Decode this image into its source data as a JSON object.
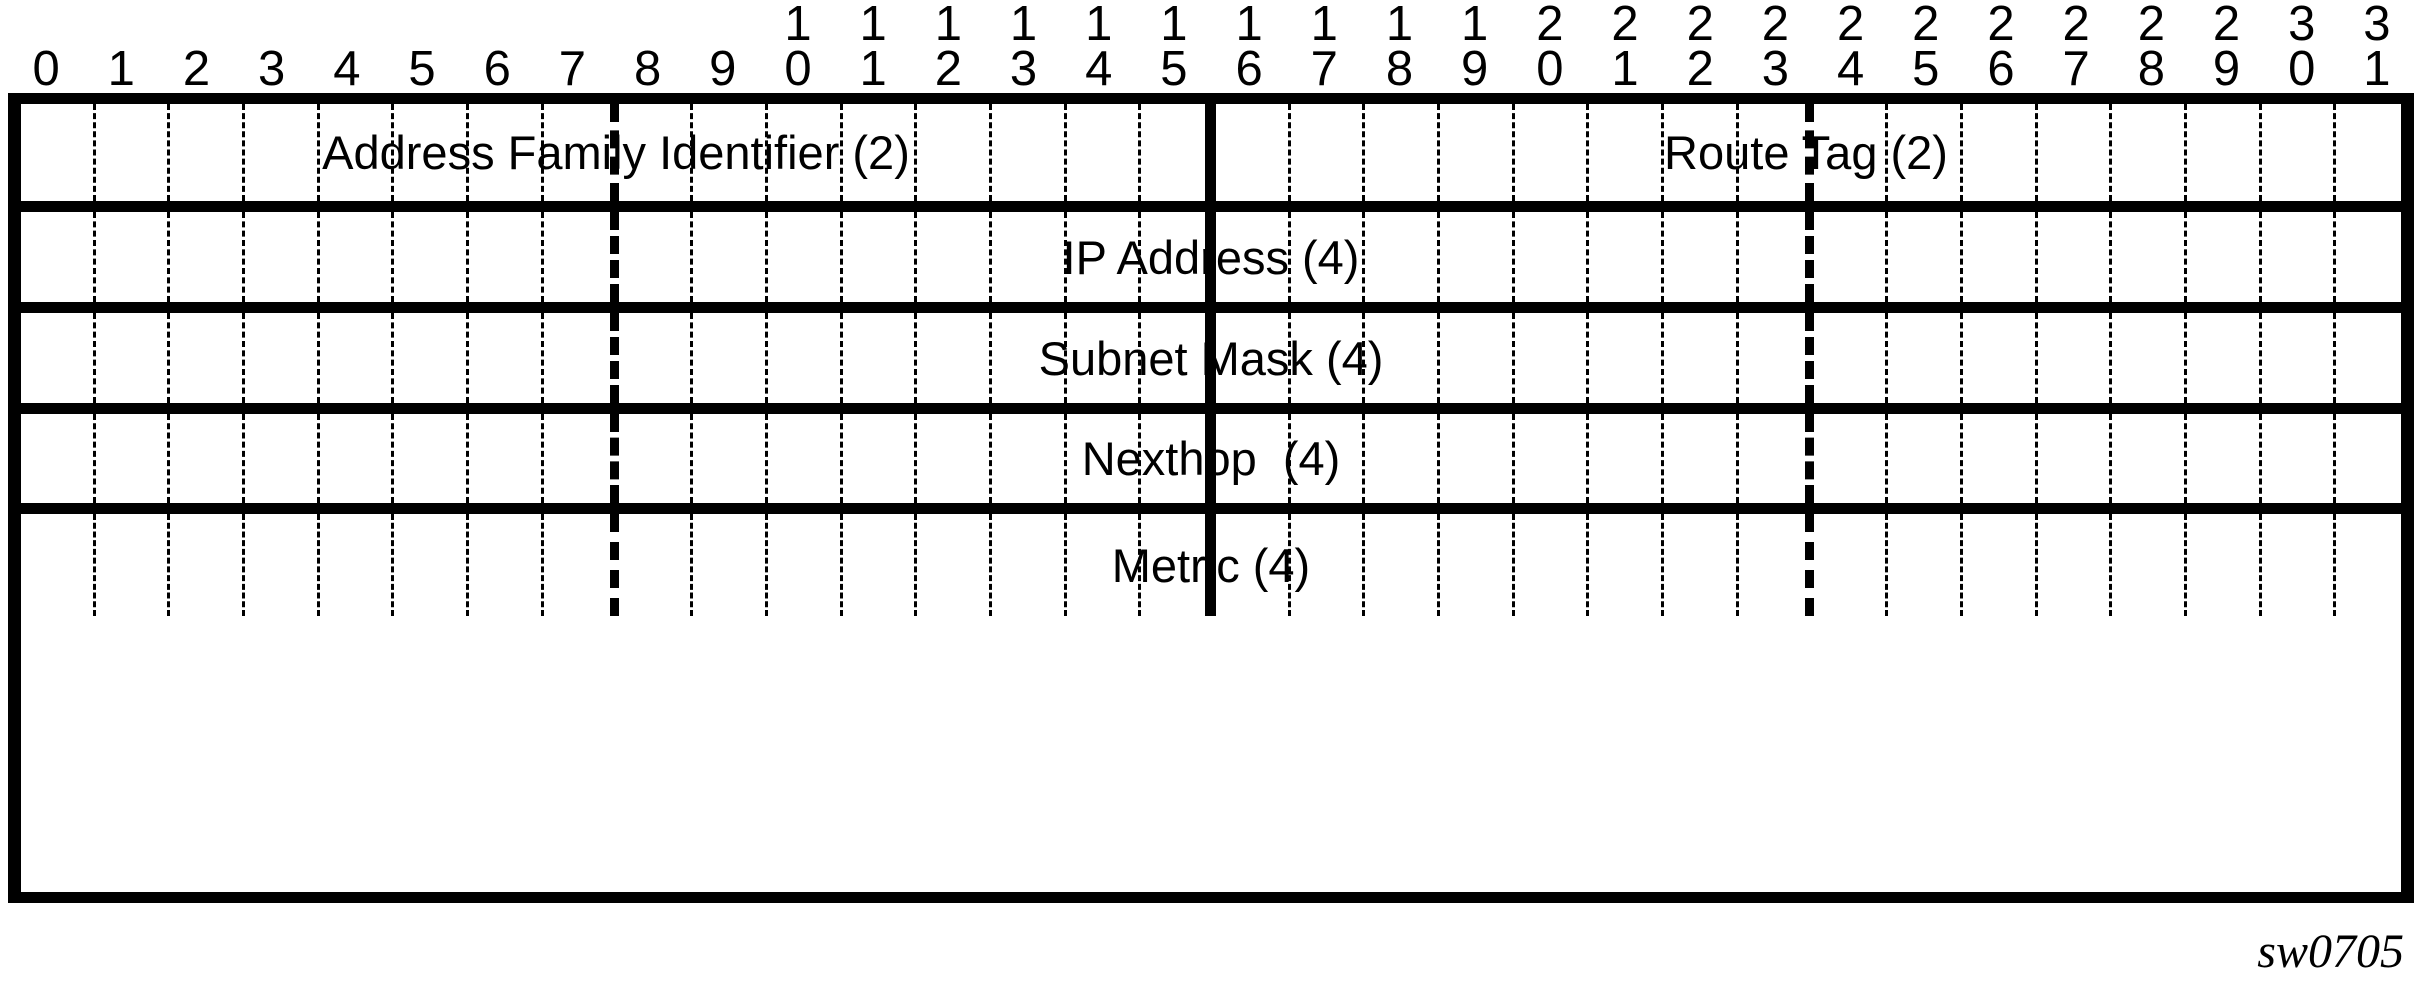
{
  "figure": {
    "caption": "sw0705",
    "bit_width": 32,
    "row_count": 5
  },
  "ruler": {
    "tens": [
      "",
      "",
      "",
      "",
      "",
      "",
      "",
      "",
      "",
      "",
      "1",
      "1",
      "1",
      "1",
      "1",
      "1",
      "1",
      "1",
      "1",
      "1",
      "2",
      "2",
      "2",
      "2",
      "2",
      "2",
      "2",
      "2",
      "2",
      "2",
      "3",
      "3"
    ],
    "ones": [
      "0",
      "1",
      "2",
      "3",
      "4",
      "5",
      "6",
      "7",
      "8",
      "9",
      "0",
      "1",
      "2",
      "3",
      "4",
      "5",
      "6",
      "7",
      "8",
      "9",
      "0",
      "1",
      "2",
      "3",
      "4",
      "5",
      "6",
      "7",
      "8",
      "9",
      "0",
      "1"
    ]
  },
  "rows": [
    {
      "split": true,
      "left_label": "Address Family Identifier (2)",
      "right_label": "Route Tag (2)",
      "bits": 32
    },
    {
      "split": false,
      "label": "IP Address (4)",
      "bits": 32
    },
    {
      "split": false,
      "label": "Subnet Mask (4)",
      "bits": 32
    },
    {
      "split": false,
      "label": "Nexthop  (4)",
      "bits": 32
    },
    {
      "split": false,
      "label": "Metric (4)",
      "bits": 32
    }
  ],
  "colors": {
    "ink": "#000000",
    "paper": "#ffffff"
  }
}
